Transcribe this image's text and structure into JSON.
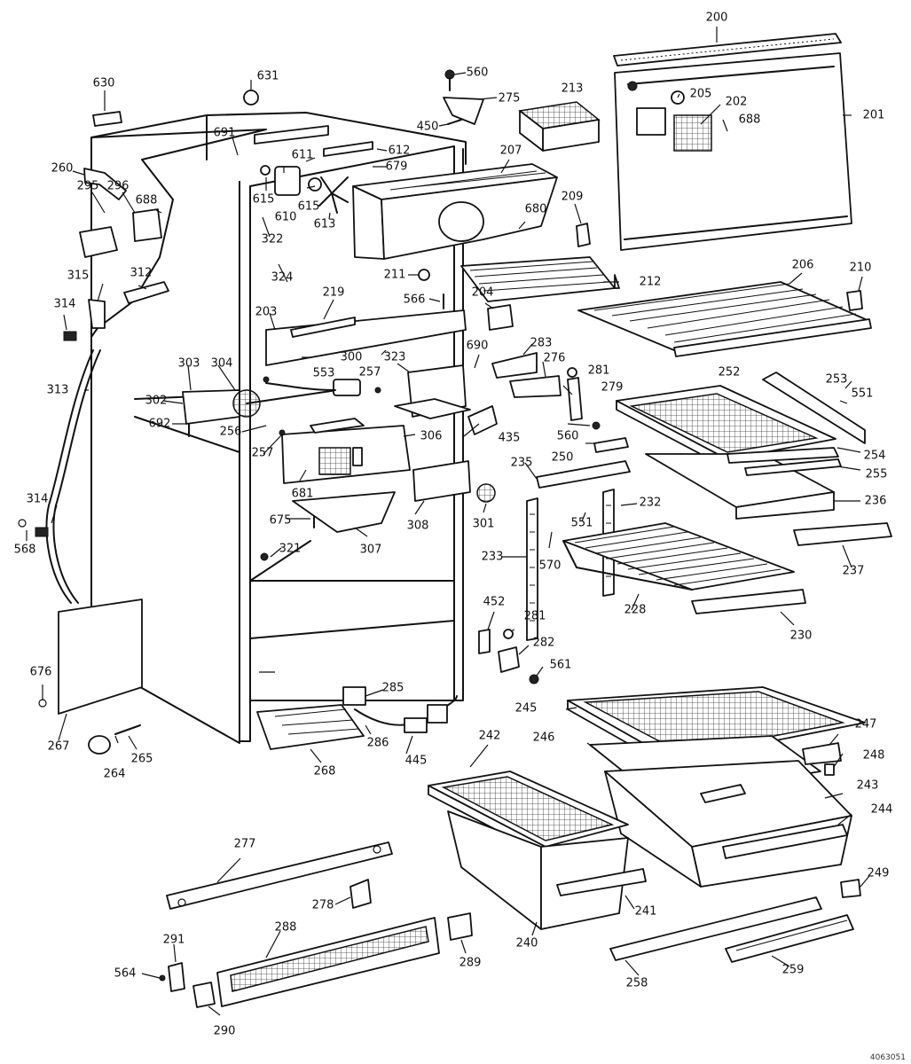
{
  "diagram": {
    "corner_code": "4063051",
    "part_numbers": [
      "200",
      "201",
      "202",
      "203",
      "204",
      "205",
      "206",
      "207",
      "209",
      "210",
      "211",
      "212",
      "213",
      "219",
      "228",
      "230",
      "232",
      "233",
      "235",
      "236",
      "237",
      "240",
      "241",
      "242",
      "243",
      "244",
      "245",
      "246",
      "247",
      "248",
      "249",
      "250",
      "252",
      "253",
      "254",
      "255",
      "256",
      "257",
      "258",
      "259",
      "260",
      "264",
      "265",
      "267",
      "268",
      "275",
      "276",
      "277",
      "278",
      "279",
      "281",
      "282",
      "283",
      "285",
      "286",
      "288",
      "289",
      "290",
      "291",
      "295",
      "296",
      "300",
      "301",
      "302",
      "303",
      "304",
      "306",
      "307",
      "308",
      "312",
      "313",
      "314",
      "315",
      "321",
      "322",
      "323",
      "324",
      "435",
      "445",
      "450",
      "452",
      "551",
      "553",
      "560",
      "561",
      "564",
      "566",
      "568",
      "570",
      "610",
      "611",
      "612",
      "613",
      "615",
      "630",
      "631",
      "675",
      "676",
      "679",
      "680",
      "681",
      "688",
      "690",
      "691",
      "692"
    ]
  }
}
